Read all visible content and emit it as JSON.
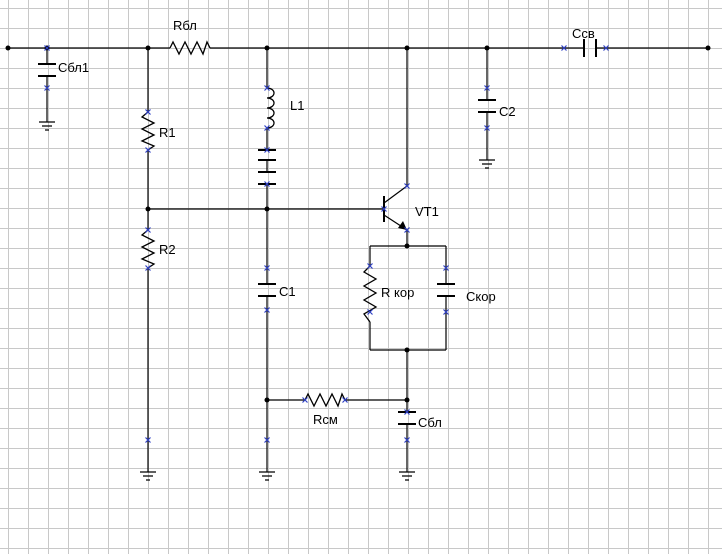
{
  "labels": {
    "c_bl1": "Cбл1",
    "r_bl": "Rбл",
    "r1": "R1",
    "r2": "R2",
    "l1": "L1",
    "c1": "C1",
    "c2": "C2",
    "c_sv": "Cсв",
    "vt1": "VT1",
    "r_kor": "R кор",
    "c_kor": "Cкор",
    "r_sm": "Rсм",
    "c_bl": "Cбл"
  },
  "colors": {
    "wire": "#000000",
    "pin_marker": "#2e3fc4",
    "grid": "#c8c8c8",
    "background": "#ffffff"
  }
}
